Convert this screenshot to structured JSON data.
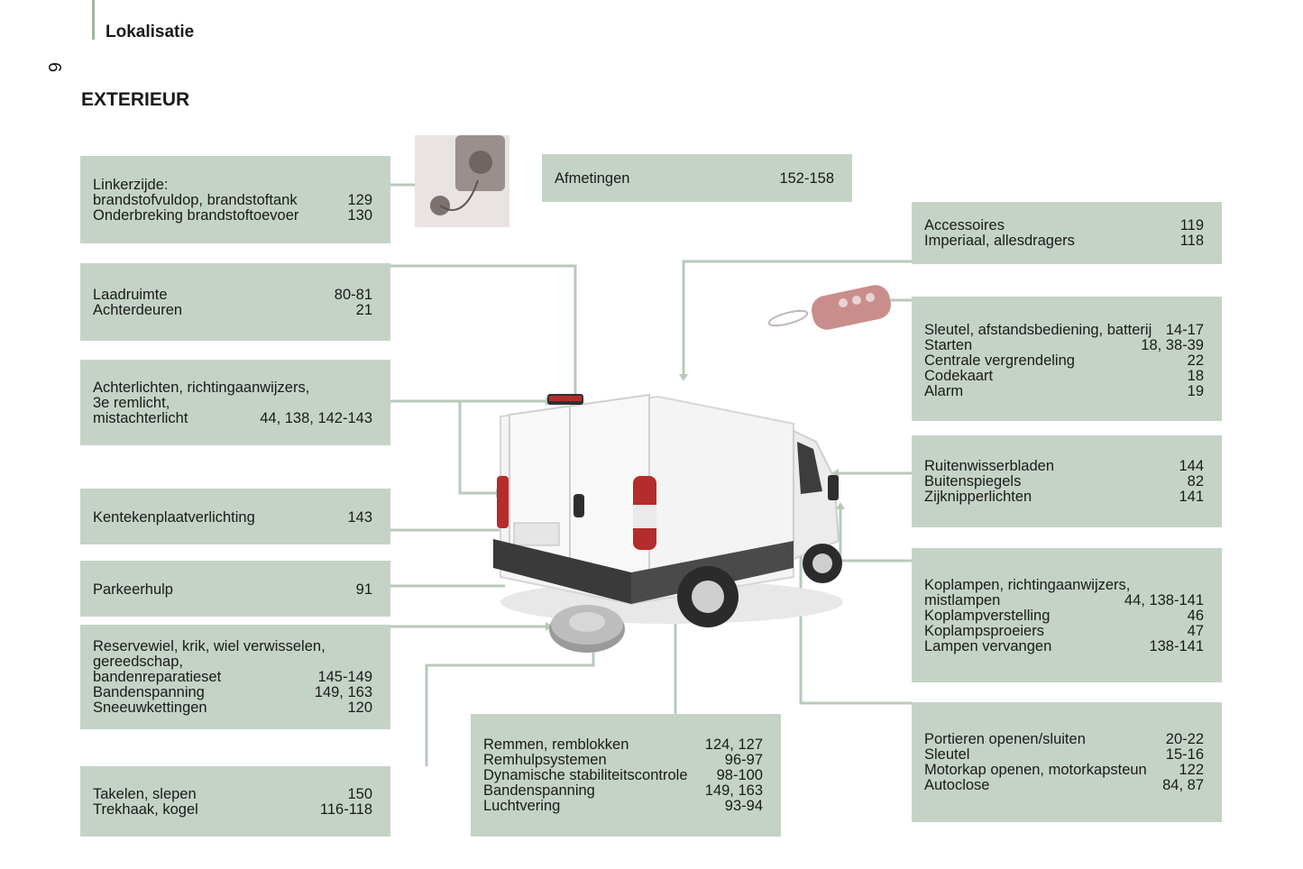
{
  "header": {
    "section_label": "Lokalisatie",
    "page_number": "6"
  },
  "page_title": "EXTERIEUR",
  "colors": {
    "box_fill": "#c5d3c6",
    "leader_line": "#b8c9ba",
    "header_rule": "#9fb6a2"
  },
  "boxes": {
    "fuel": {
      "rows": [
        {
          "label": "Linkerzijde:",
          "page": ""
        },
        {
          "label": "brandstofvuldop, brandstoftank",
          "page": "129"
        },
        {
          "label": "Onderbreking brandstoftoevoer",
          "page": "130"
        }
      ]
    },
    "cargo": {
      "rows": [
        {
          "label": "Laadruimte",
          "page": "80-81"
        },
        {
          "label": "Achterdeuren",
          "page": "21"
        }
      ]
    },
    "rear_lights": {
      "rows": [
        {
          "label": "Achterlichten, richtingaanwijzers,",
          "page": ""
        },
        {
          "label": "3e remlicht,",
          "page": ""
        },
        {
          "label": "mistachterlicht",
          "page": "44, 138, 142-143"
        }
      ]
    },
    "plate_light": {
      "rows": [
        {
          "label": "Kentekenplaatverlichting",
          "page": "143"
        }
      ]
    },
    "parking": {
      "rows": [
        {
          "label": "Parkeerhulp",
          "page": "91"
        }
      ]
    },
    "spare_wheel": {
      "rows": [
        {
          "label": "Reservewiel, krik, wiel verwisselen,",
          "page": ""
        },
        {
          "label": "gereedschap,",
          "page": ""
        },
        {
          "label": "bandenreparatieset",
          "page": "145-149"
        },
        {
          "label": "Bandenspanning",
          "page": "149, 163"
        },
        {
          "label": "Sneeuwkettingen",
          "page": "120"
        }
      ]
    },
    "towing": {
      "rows": [
        {
          "label": "Takelen, slepen",
          "page": "150"
        },
        {
          "label": "Trekhaak, kogel",
          "page": "116-118"
        }
      ]
    },
    "dimensions": {
      "rows": [
        {
          "label": "Afmetingen",
          "page": "152-158"
        }
      ]
    },
    "accessories": {
      "rows": [
        {
          "label": "Accessoires",
          "page": "119"
        },
        {
          "label": "Imperiaal, allesdragers",
          "page": "118"
        }
      ]
    },
    "key": {
      "rows": [
        {
          "label": "Sleutel, afstandsbediening, batterij",
          "page": "14-17"
        },
        {
          "label": "Starten",
          "page": "18, 38-39"
        },
        {
          "label": "Centrale vergrendeling",
          "page": "22"
        },
        {
          "label": "Codekaart",
          "page": "18"
        },
        {
          "label": "Alarm",
          "page": "19"
        }
      ]
    },
    "wipers": {
      "rows": [
        {
          "label": "Ruitenwisserbladen",
          "page": "144"
        },
        {
          "label": "Buitenspiegels",
          "page": "82"
        },
        {
          "label": "Zijknipperlichten",
          "page": "141"
        }
      ]
    },
    "headlamps": {
      "rows": [
        {
          "label": "Koplampen, richtingaanwijzers,",
          "page": ""
        },
        {
          "label": "mistlampen",
          "page": "44, 138-141"
        },
        {
          "label": "Koplampverstelling",
          "page": "46"
        },
        {
          "label": "Koplampsproeiers",
          "page": "47"
        },
        {
          "label": "Lampen vervangen",
          "page": "138-141"
        }
      ]
    },
    "doors": {
      "rows": [
        {
          "label": "Portieren openen/sluiten",
          "page": "20-22"
        },
        {
          "label": "Sleutel",
          "page": "15-16"
        },
        {
          "label": "Motorkap openen, motorkapsteun",
          "page": "122"
        },
        {
          "label": "Autoclose",
          "page": "84, 87"
        }
      ]
    },
    "brakes": {
      "rows": [
        {
          "label": "Remmen, remblokken",
          "page": "124, 127"
        },
        {
          "label": "Remhulpsystemen",
          "page": "96-97"
        },
        {
          "label": "Dynamische stabiliteitscontrole",
          "page": "98-100"
        },
        {
          "label": "Bandenspanning",
          "page": "149, 163"
        },
        {
          "label": "Luchtvering",
          "page": "93-94"
        }
      ]
    }
  }
}
